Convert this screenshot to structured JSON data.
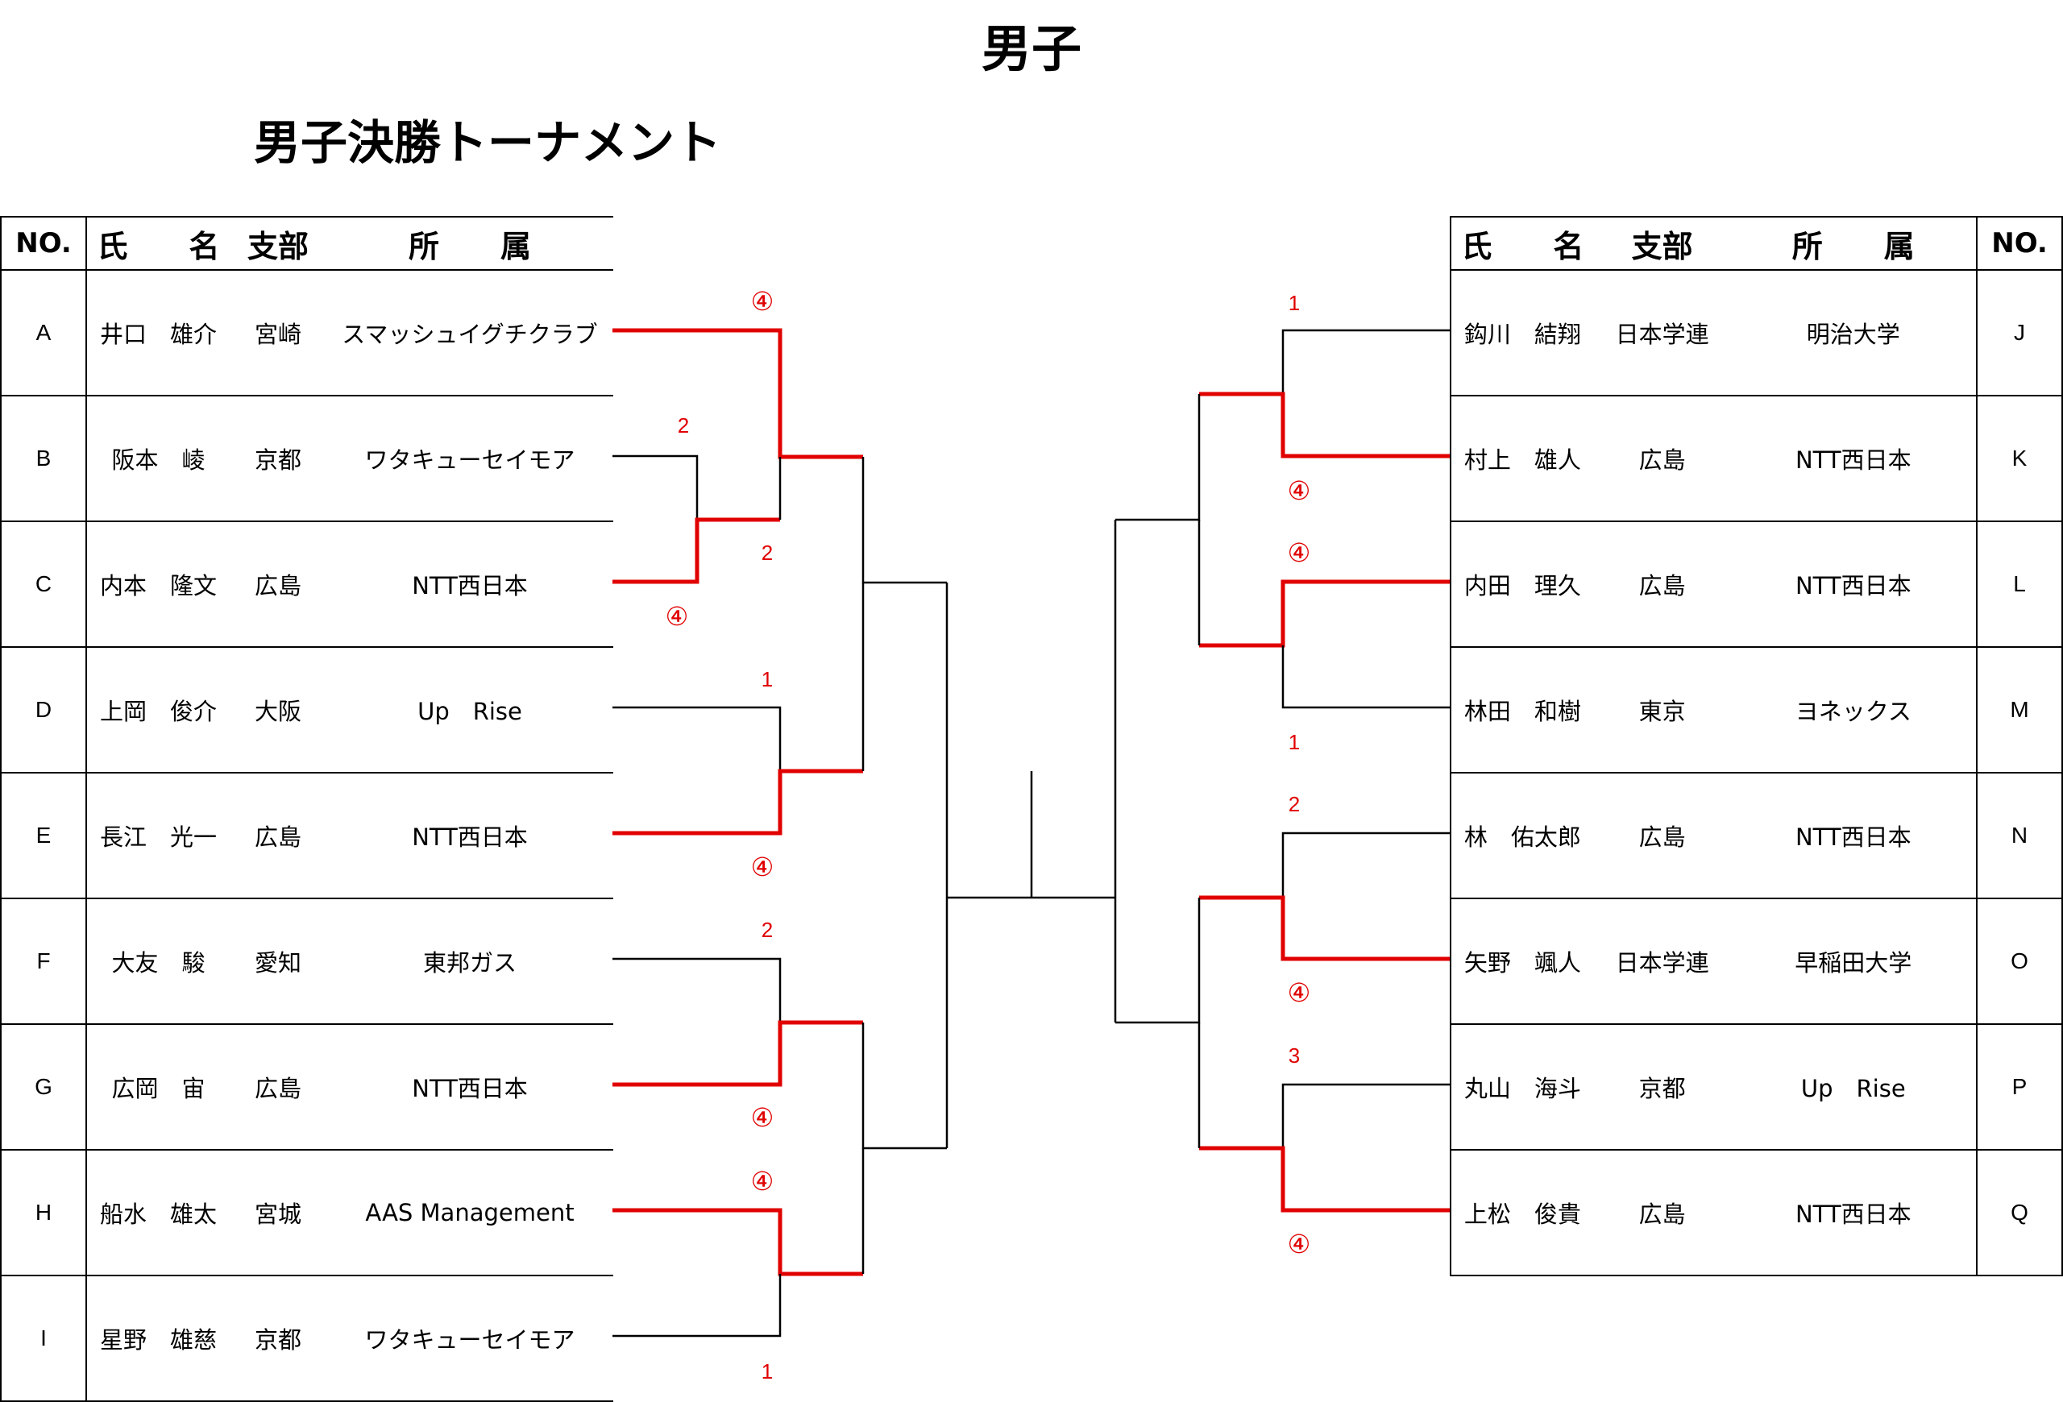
{
  "title": "男子",
  "subtitle": "男子決勝トーナメント",
  "headers": {
    "no": "NO.",
    "name": "氏　　名",
    "branch": "支部",
    "team": "所　　属"
  },
  "left_players": [
    {
      "no": "A",
      "name": "井口　雄介",
      "branch": "宮崎",
      "team": "スマッシュイグチクラブ"
    },
    {
      "no": "B",
      "name": "阪本　崚",
      "branch": "京都",
      "team": "ワタキューセイモア"
    },
    {
      "no": "C",
      "name": "内本　隆文",
      "branch": "広島",
      "team": "NTT西日本"
    },
    {
      "no": "D",
      "name": "上岡　俊介",
      "branch": "大阪",
      "team": "Up　Rise"
    },
    {
      "no": "E",
      "name": "長江　光一",
      "branch": "広島",
      "team": "NTT西日本"
    },
    {
      "no": "F",
      "name": "大友　駿",
      "branch": "愛知",
      "team": "東邦ガス"
    },
    {
      "no": "G",
      "name": "広岡　宙",
      "branch": "広島",
      "team": "NTT西日本"
    },
    {
      "no": "H",
      "name": "船水　雄太",
      "branch": "宮城",
      "team": "AAS Management"
    },
    {
      "no": "I",
      "name": "星野　雄慈",
      "branch": "京都",
      "team": "ワタキューセイモア"
    }
  ],
  "right_players": [
    {
      "no": "J",
      "name": "鈎川　結翔",
      "branch": "日本学連",
      "team": "明治大学"
    },
    {
      "no": "K",
      "name": "村上　雄人",
      "branch": "広島",
      "team": "NTT西日本"
    },
    {
      "no": "L",
      "name": "内田　理久",
      "branch": "広島",
      "team": "NTT西日本"
    },
    {
      "no": "M",
      "name": "林田　和樹",
      "branch": "東京",
      "team": "ヨネックス"
    },
    {
      "no": "N",
      "name": "林　佑太郎",
      "branch": "広島",
      "team": "NTT西日本"
    },
    {
      "no": "O",
      "name": "矢野　颯人",
      "branch": "日本学連",
      "team": "早稲田大学"
    },
    {
      "no": "P",
      "name": "丸山　海斗",
      "branch": "京都",
      "team": "Up　Rise"
    },
    {
      "no": "Q",
      "name": "上松　俊貴",
      "branch": "広島",
      "team": "NTT西日本"
    }
  ],
  "scores": {
    "A": "④",
    "B": "2",
    "C": "④",
    "BC": "2",
    "D": "1",
    "E": "④",
    "F": "2",
    "G": "④",
    "H": "④",
    "I": "1",
    "J": "1",
    "K": "④",
    "L": "④",
    "M": "1",
    "N": "2",
    "O": "④",
    "P": "3",
    "Q": "④"
  },
  "colors": {
    "win_line": "#e00000",
    "line": "#000000"
  }
}
